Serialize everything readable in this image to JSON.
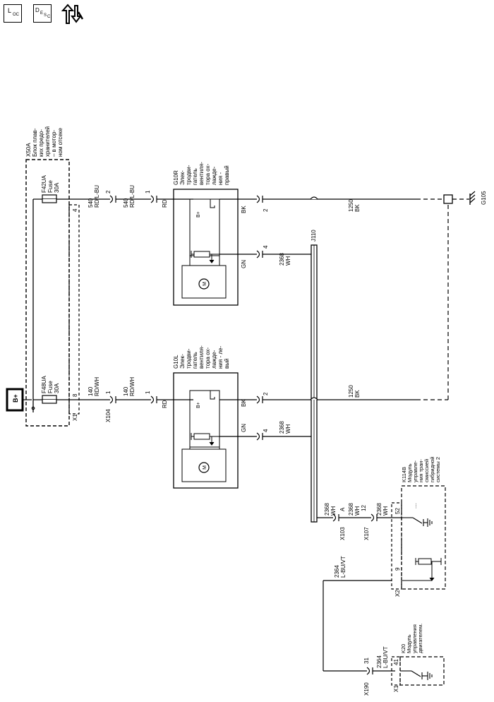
{
  "toolbar": {
    "loc": {
      "big": "L",
      "small": "OC"
    },
    "desc": {
      "big1": "D",
      "big2": "E",
      "small1": "S",
      "small2": "C"
    },
    "up_down_tool": "arrows-wrench-icon"
  },
  "labels": {
    "b_plus_terminal": "B+",
    "x50a_line1": "X50A",
    "x50a_line2": "Блок плав-",
    "x50a_line3": "ких предо-",
    "x50a_line4": "хранителей",
    "x50a_line5": "– в мотор-",
    "x50a_line6": "ном отсеке",
    "f42ua_line1": "F42UA",
    "f42ua_line2": "Fuse",
    "f42ua_line3": "30A",
    "f48ua_line1": "F48UA",
    "f48ua_line2": "Fuse",
    "f48ua_line3": "30A",
    "x1_label": "X1",
    "x1_pin4": "4",
    "x1_pin8": "8",
    "x104_label": "X104",
    "x104_pin2": "2",
    "x104_pin1": "1",
    "wire540_upper_a": "540",
    "wire540_upper_b": "RD/L-BU",
    "wire540_lower_a": "540",
    "wire540_lower_b": "RD/L-BU",
    "wire140_upper_a": "140",
    "wire140_upper_b": "RD/WH",
    "wire140_lower_a": "140",
    "wire140_lower_b": "RD/WH",
    "g10r_line1": "G10R",
    "g10r_line2": "Элек-",
    "g10r_line3": "тродви-",
    "g10r_line4": "гатель",
    "g10r_line5": "вентиля-",
    "g10r_line6": "тора ох-",
    "g10r_line7": "лажде-",
    "g10r_line8": "ния -",
    "g10r_line9": "правый",
    "g10l_line1": "G10L",
    "g10l_line2": "Элек-",
    "g10l_line3": "тродви-",
    "g10l_line4": "гатель",
    "g10l_line5": "вентиля-",
    "g10l_line6": "тора ох-",
    "g10l_line7": "лажде-",
    "g10l_line8": "ния - ле-",
    "g10l_line9": "вый",
    "g10r_pin1": "1",
    "g10r_rd": "RD",
    "g10r_bplus": "B+",
    "g10r_bk": "BK",
    "g10r_pin2": "2",
    "g10r_gn": "GN",
    "g10r_pin4": "4",
    "g10l_pin1": "1",
    "g10l_rd": "RD",
    "g10l_bplus": "B+",
    "g10l_bk": "BK",
    "g10l_pin2": "2",
    "g10l_gn": "GN",
    "g10l_pin4": "4",
    "wire1250_upper_a": "1250",
    "wire1250_upper_b": "BK",
    "wire1250_lower_a": "1250",
    "wire1250_lower_b": "BK",
    "wire2368_upper_a": "2368",
    "wire2368_upper_b": "WH",
    "wire2368_lower_a": "2368",
    "wire2368_lower_b": "WH",
    "g105": "G105",
    "j110": "J110",
    "x103_label": "X103",
    "x103_pin": "A",
    "x103_w_a": "2368",
    "x103_w_b": "WH",
    "x107_label": "X107",
    "x107_pin": "12",
    "x107_w_a": "2368",
    "x107_w_b": "WH",
    "x107_w2_a": "2368",
    "x107_w2_b": "WH",
    "k114b_line1": "K114B",
    "k114b_line2": "Модуль",
    "k114b_line3": "управле-",
    "k114b_line4": "ния тран-",
    "k114b_line5": "смиссией",
    "k114b_line6": "гибридной",
    "k114b_line7": "системы 2",
    "x2_label": "X2",
    "x2_pin52": "52",
    "x2_pin9": "9",
    "wire2364_upper_a": "2364",
    "wire2364_upper_b": "L-BU/VT",
    "wire2364_lower_a": "2364",
    "wire2364_lower_b": "L-BU/VT",
    "x190_label": "X190",
    "x190_pin": "31",
    "k20_line1": "K20",
    "k20_line2": "Модуль",
    "k20_line3": "управления",
    "k20_line4": "двигателем.",
    "x1_k20_label": "X1",
    "x1_k20_pin": "41"
  }
}
